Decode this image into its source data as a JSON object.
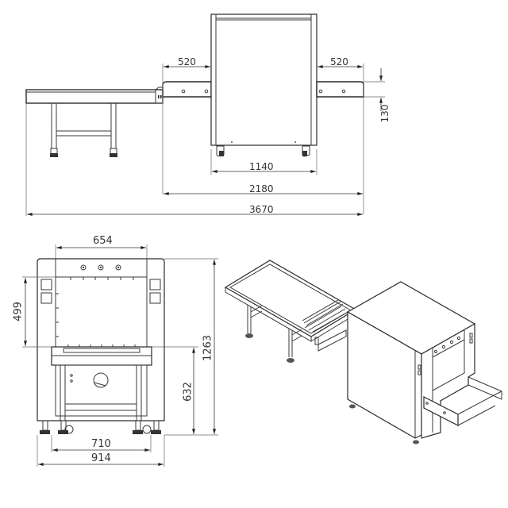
{
  "drawing": {
    "subject": "X-ray baggage scanner with roller conveyor tables",
    "units": "mm"
  },
  "top_view": {
    "dimensions": {
      "left_extension": "520",
      "right_extension": "520",
      "conveyor_height": "130",
      "body_length": "1140",
      "machine_length": "2180",
      "total_length": "3670"
    }
  },
  "front_view": {
    "dimensions": {
      "tunnel_width": "654",
      "tunnel_height": "499",
      "belt_height": "632",
      "total_height": "1263",
      "leg_span": "710",
      "total_width": "914"
    }
  },
  "isometric_view": {
    "label": ""
  }
}
